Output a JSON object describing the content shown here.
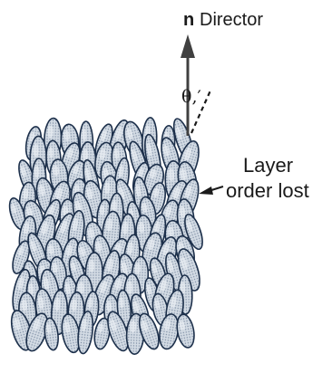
{
  "director": {
    "vector_symbol": "n",
    "label": "Director",
    "tilt_angle_symbol": "θ,′"
  },
  "annotation": {
    "line1": "Layer",
    "line2": "order lost"
  },
  "colors": {
    "molecule_fill": "#c3cdd8",
    "molecule_outline": "#1c2f4a",
    "molecule_shadow": "#33435c",
    "text": "#1a1a1a",
    "arrow": "#404040"
  },
  "icons": [
    "director-arrow-icon",
    "annotation-arrow-icon"
  ]
}
